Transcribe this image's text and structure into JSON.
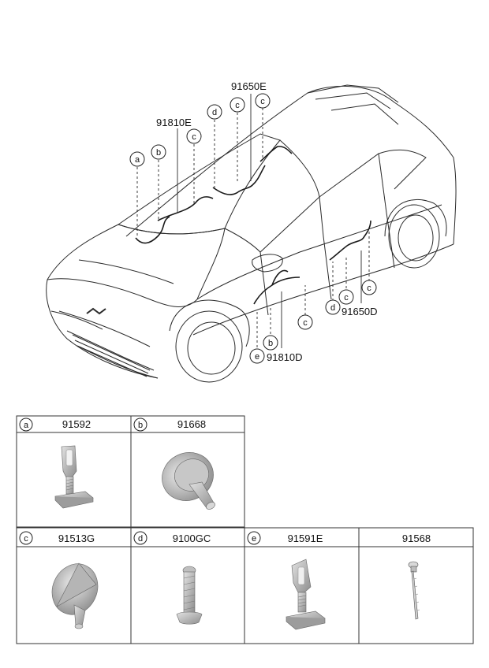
{
  "callouts": {
    "p91650E": "91650E",
    "p91810E": "91810E",
    "p91810D": "91810D",
    "p91650D": "91650D"
  },
  "letters": {
    "a": "a",
    "b": "b",
    "c": "c",
    "d": "d",
    "e": "e"
  },
  "parts_table": {
    "row1": [
      {
        "letter": "a",
        "part": "91592"
      },
      {
        "letter": "b",
        "part": "91668"
      }
    ],
    "row2": [
      {
        "letter": "c",
        "part": "91513G"
      },
      {
        "letter": "d",
        "part": "9100GC"
      },
      {
        "letter": "e",
        "part": "91591E"
      },
      {
        "letter": "",
        "part": "91568"
      }
    ]
  },
  "colors": {
    "line": "#2a2a2a",
    "part_fill": "#c8c8c8",
    "part_shade": "#9a9a9a"
  },
  "icons": [
    "clip-icon",
    "grommet-icon",
    "plug-icon",
    "bolt-icon",
    "clip-e-icon",
    "cable-tie-icon"
  ]
}
